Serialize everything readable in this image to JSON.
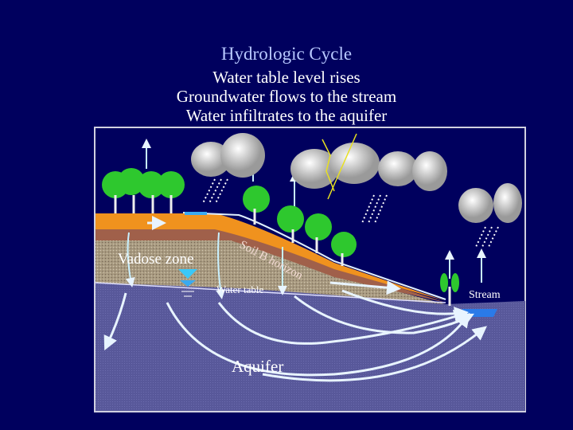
{
  "slide": {
    "title": "Hydrologic Cycle",
    "overlapping_captions": [
      "Water table level rises",
      "Groundwater flows to the stream",
      "Water infiltrates to the aquifer"
    ]
  },
  "diagram": {
    "labels": {
      "vadose_zone": "Vadose zone",
      "soil_b_horizon": "Soil B horizon",
      "water_table": "Water table",
      "stream": "Stream",
      "aquifer": "Aquifer"
    },
    "colors": {
      "background": "#00005e",
      "topsoil": "#f0921e",
      "soil_b": "#a0604a",
      "vadose": "#a89a80",
      "aquifer": "#58589a",
      "water": "#3aaaf0",
      "flow_arrows": "#e8f4ff"
    }
  }
}
